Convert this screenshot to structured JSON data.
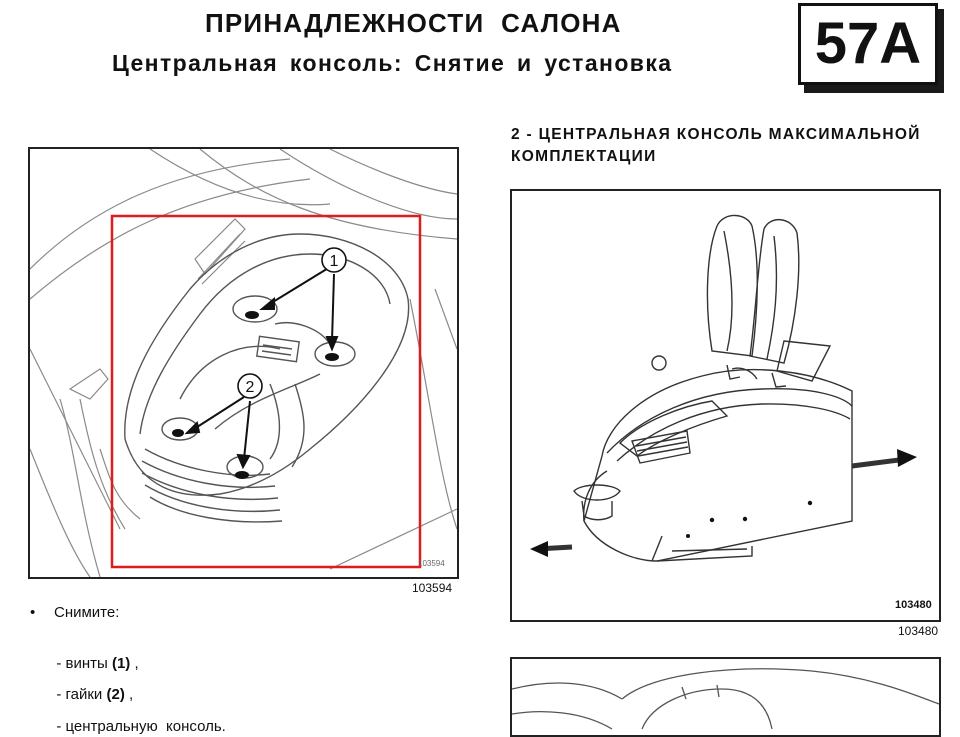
{
  "header": {
    "title": "ПРИНАДЛЕЖНОСТИ  САЛОНА",
    "subtitle": "Центральная консоль: Снятие и установка",
    "section_badge": "57A"
  },
  "right_column": {
    "section_title": "2 - ЦЕНТРАЛЬНАЯ КОНСОЛЬ МАКСИМАЛЬНОЙ КОМПЛЕКТАЦИИ"
  },
  "figures": {
    "left": {
      "number": "103594",
      "stamp": "103594",
      "callouts": [
        "1",
        "2"
      ],
      "highlight_color": "#dd1c1c"
    },
    "right": {
      "number": "103480",
      "inner_number": "103480"
    }
  },
  "instructions": {
    "bullet": "•",
    "intro": "Снимите:",
    "steps": [
      {
        "prefix": "- винты ",
        "ref": "(1)",
        "suffix": " ,"
      },
      {
        "prefix": "- гайки ",
        "ref": "(2)",
        "suffix": " ,"
      },
      {
        "prefix": "- центральную  консоль.",
        "ref": "",
        "suffix": ""
      }
    ]
  }
}
